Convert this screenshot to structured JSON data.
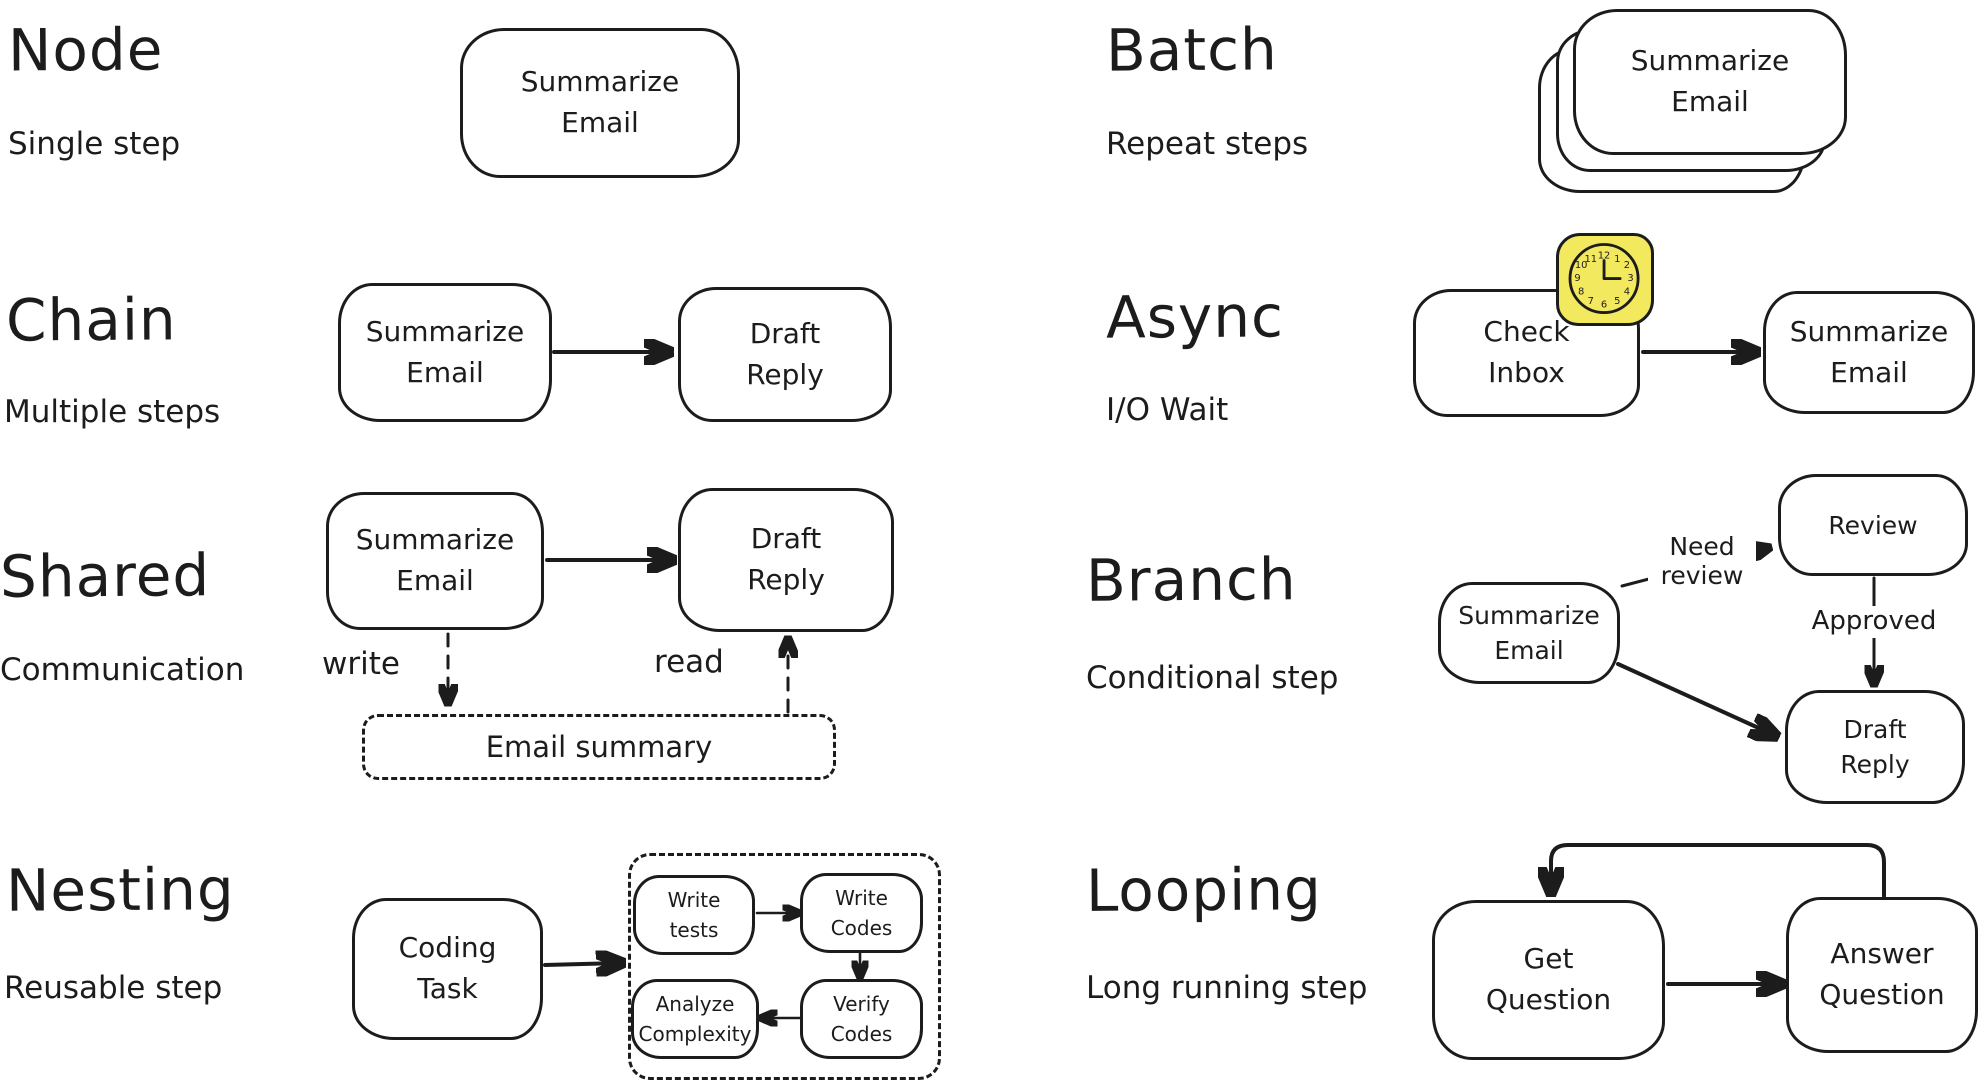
{
  "colors": {
    "ink": "#1c1c1c",
    "background": "#ffffff",
    "clock_fill": "#f3e95f"
  },
  "sections": {
    "node": {
      "title": "Node",
      "subtitle": "Single step",
      "box": "Summarize\nEmail"
    },
    "batch": {
      "title": "Batch",
      "subtitle": "Repeat steps",
      "box": "Summarize\nEmail"
    },
    "chain": {
      "title": "Chain",
      "subtitle": "Multiple steps",
      "box1": "Summarize\nEmail",
      "box2": "Draft\nReply"
    },
    "async": {
      "title": "Async",
      "subtitle": "I/O Wait",
      "box1": "Check\nInbox",
      "box2": "Summarize\nEmail",
      "clock_numbers": [
        "12",
        "1",
        "2",
        "3",
        "4",
        "5",
        "6",
        "7",
        "8",
        "9",
        "10",
        "11"
      ]
    },
    "shared": {
      "title": "Shared",
      "subtitle": "Communication",
      "box1": "Summarize\nEmail",
      "box2": "Draft\nReply",
      "write_label": "write",
      "read_label": "read",
      "store": "Email summary"
    },
    "branch": {
      "title": "Branch",
      "subtitle": "Conditional step",
      "source_box": "Summarize\nEmail",
      "review_box": "Review",
      "draft_box": "Draft\nReply",
      "need_review_label": "Need\nreview",
      "approved_label": "Approved"
    },
    "nesting": {
      "title": "Nesting",
      "subtitle": "Reusable step",
      "main_box": "Coding\nTask",
      "inner_boxes": [
        "Write\ntests",
        "Write\nCodes",
        "Verify\nCodes",
        "Analyze\nComplexity"
      ]
    },
    "looping": {
      "title": "Looping",
      "subtitle": "Long running step",
      "box1": "Get\nQuestion",
      "box2": "Answer\nQuestion"
    }
  }
}
